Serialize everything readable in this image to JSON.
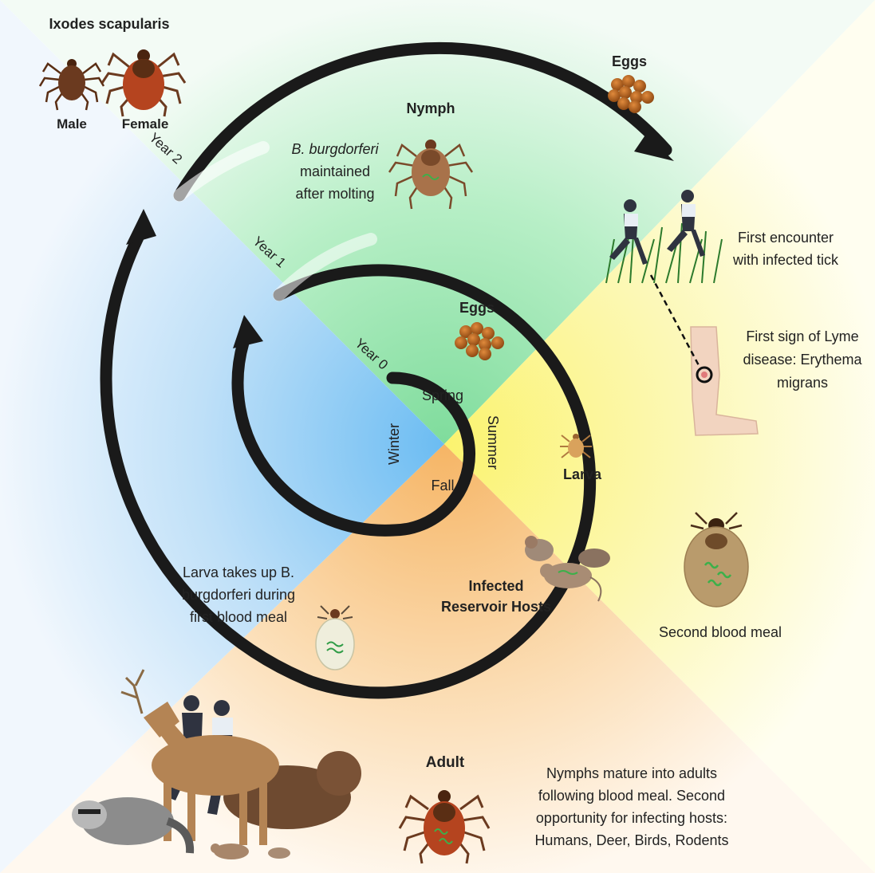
{
  "species": {
    "title": "Ixodes scapularis",
    "male": "Male",
    "female": "Female"
  },
  "years": {
    "year0": "Year 0",
    "year1": "Year 1",
    "year2": "Year 2"
  },
  "seasons": {
    "spring": "Spring",
    "summer": "Summer",
    "fall": "Fall",
    "winter": "Winter"
  },
  "stages": {
    "eggs_inner": "Eggs",
    "eggs_outer": "Eggs",
    "larva": "Larva",
    "nymph": "Nymph",
    "adult": "Adult"
  },
  "annotations": {
    "nymph_note": [
      "B. burgdorferi",
      "maintained",
      "after molting"
    ],
    "encounter": [
      "First  encounter",
      "with infected tick"
    ],
    "lyme_sign": [
      "First sign of Lyme",
      "disease: Erythema",
      "migrans"
    ],
    "larva_note": [
      "Larva takes up B.",
      "burgdorferi during",
      "first blood meal"
    ],
    "hosts": [
      "Infected",
      "Reservoir Hosts"
    ],
    "second_meal": "Second blood meal",
    "adult_note": [
      "Nymphs mature into adults",
      "following blood meal. Second",
      "opportunity for infecting hosts:",
      "Humans, Deer, Birds, Rodents"
    ]
  },
  "colors": {
    "spring": "#8fe0a8",
    "summer": "#fbf58a",
    "fall": "#f7c07a",
    "winter": "#7ec3f2",
    "spiral": "#1a1a1a",
    "tick_brown": "#6b3a1f",
    "tick_red": "#b5441f",
    "egg": "#b5601c"
  }
}
